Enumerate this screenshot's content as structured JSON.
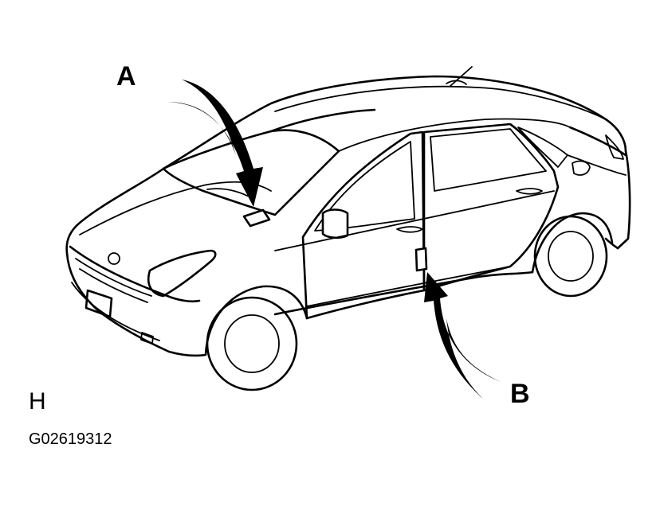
{
  "labels": {
    "a": "A",
    "b": "B",
    "corner": "H",
    "figure_code": "G02619312"
  },
  "colors": {
    "ink": "#000000",
    "paper": "#ffffff"
  }
}
